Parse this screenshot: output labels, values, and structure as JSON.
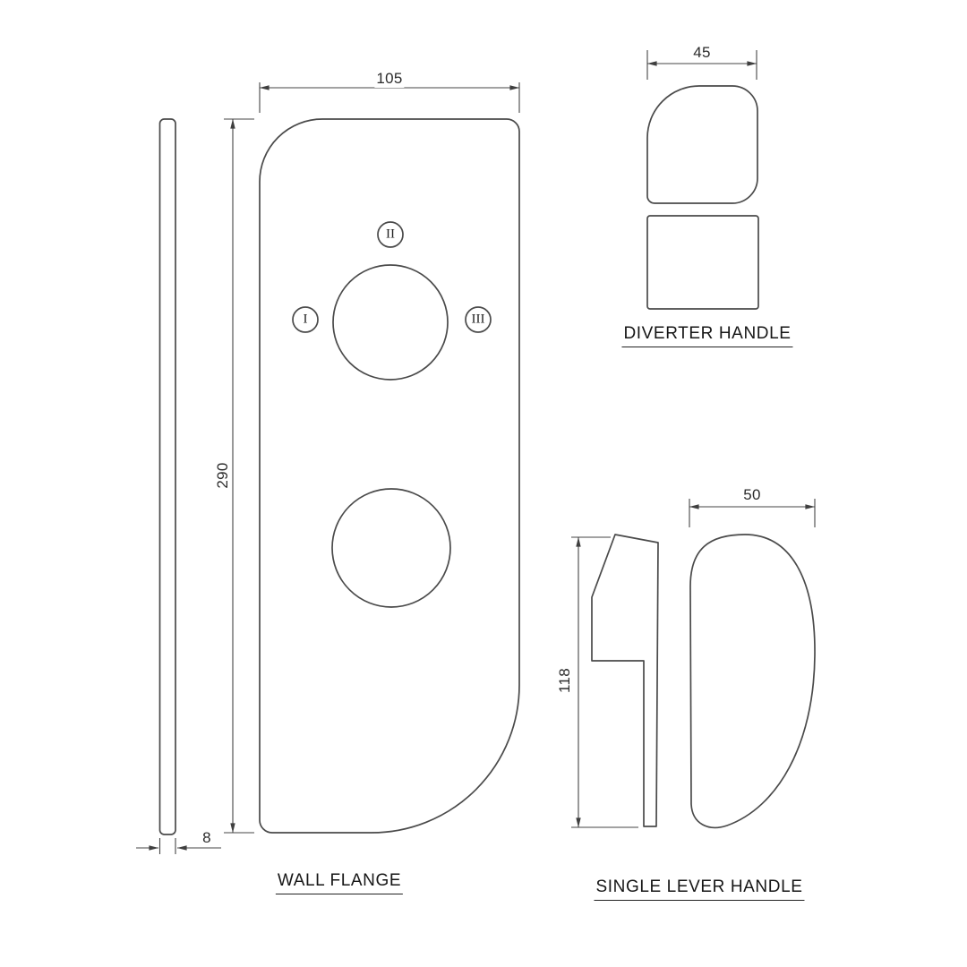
{
  "drawing": {
    "background_color": "#ffffff",
    "line_color": "#4a4a4a",
    "text_color": "#1c1c1c"
  },
  "wall_flange": {
    "label": "WALL FLANGE",
    "dims": {
      "width": "105",
      "height": "290",
      "thickness": "8"
    },
    "markers": {
      "left": "I",
      "top": "II",
      "right": "III"
    }
  },
  "diverter_handle": {
    "label": "DIVERTER HANDLE",
    "dims": {
      "width": "45"
    }
  },
  "single_lever_handle": {
    "label": "SINGLE LEVER HANDLE",
    "dims": {
      "width": "50",
      "height": "118"
    }
  }
}
